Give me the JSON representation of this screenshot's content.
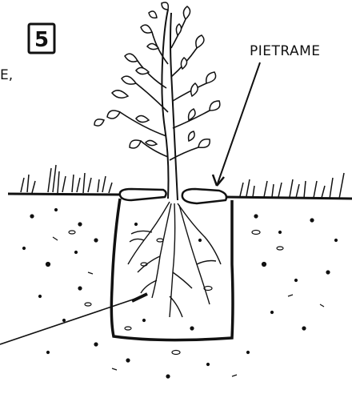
{
  "step_badge": {
    "number": "5"
  },
  "labels": {
    "stones": "PIETRAME",
    "left_partial_text": "E,"
  },
  "colors": {
    "ink": "#111111",
    "paper": "#ffffff"
  }
}
